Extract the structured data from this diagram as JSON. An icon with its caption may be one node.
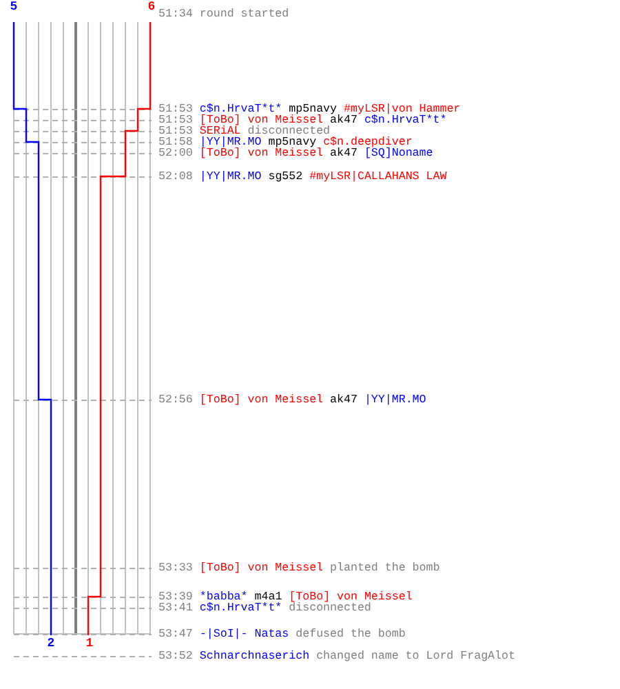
{
  "diagram": {
    "labels": [
      "5",
      "6",
      "51:34",
      "round started",
      "51:53",
      "c$n.HrvaT*t*",
      "mp5navy",
      "#myLSR|von Hammer",
      "51:53",
      "[ToBo] von Meissel",
      "ak47",
      "c$n.HrvaT*t*",
      "51:53",
      "SERiAL",
      "disconnected",
      "51:58",
      "|YY|MR.MO",
      "mp5navy",
      "c$n.deepdiver",
      "52:00",
      "[ToBo] von Meissel",
      "ak47",
      "[SQ]Noname",
      "52:08",
      "|YY|MR.MO",
      "sg552",
      "#myLSR|CALLAHANS LAW",
      "52:56",
      "[ToBo] von Meissel",
      "ak47",
      "|YY|MR.MO",
      "53:33",
      "[ToBo] von Meissel",
      "planted the bomb",
      "53:39",
      "*babba*",
      "m4a1",
      "[ToBo] von Meissel",
      "53:41",
      "c$n.HrvaT*t*",
      "disconnected",
      "53:47",
      "-|SoI|- Natas",
      "defused the bomb",
      "2",
      "1",
      "53:52",
      "Schnarchnaserich",
      "changed name to Lord FragAlot"
    ]
  }
}
